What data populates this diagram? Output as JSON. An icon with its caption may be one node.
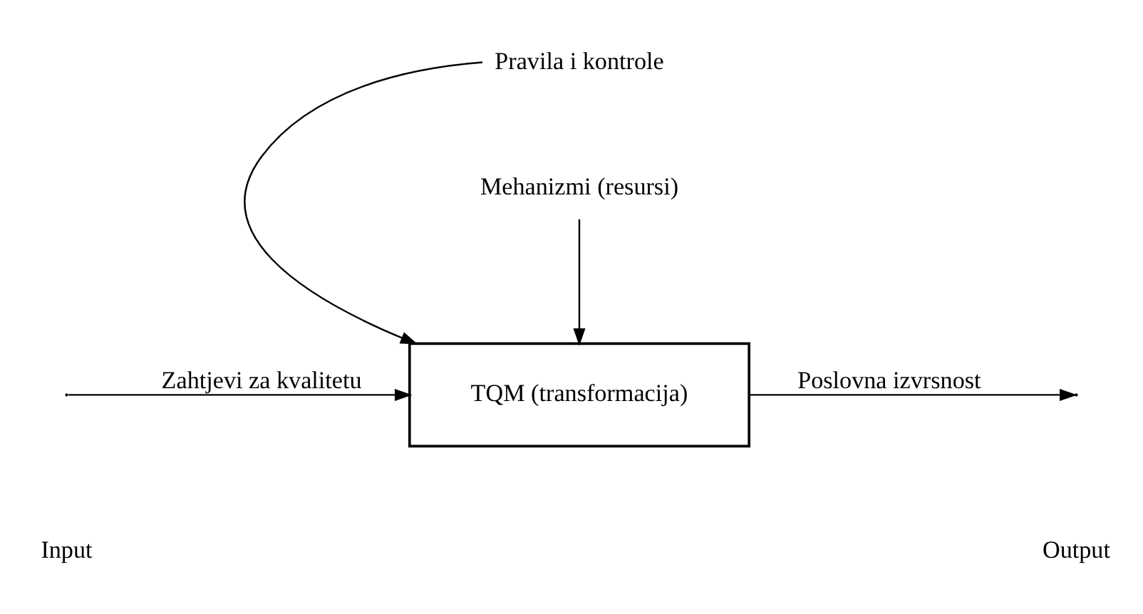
{
  "diagram": {
    "nodes": [
      {
        "text": [
          "TQM (transformacija)"
        ]
      },
      {
        "text": [
          "Pravila i kontrole"
        ]
      },
      {
        "text": [
          "Mehanizmi (resursi)"
        ]
      }
    ],
    "edges": [
      {
        "from": 1,
        "to": 0,
        "arrow": "to"
      },
      {
        "from": 2,
        "to": 0,
        "arrow": "to"
      },
      {
        "from": null,
        "to": 0,
        "arrow": "to",
        "label": "Zahtjevi za kvalitetu"
      },
      {
        "from": 0,
        "to": null,
        "arrow": "to",
        "label": "Poslovna izvrsnost"
      }
    ],
    "labels": [
      "Input",
      "Output"
    ]
  }
}
